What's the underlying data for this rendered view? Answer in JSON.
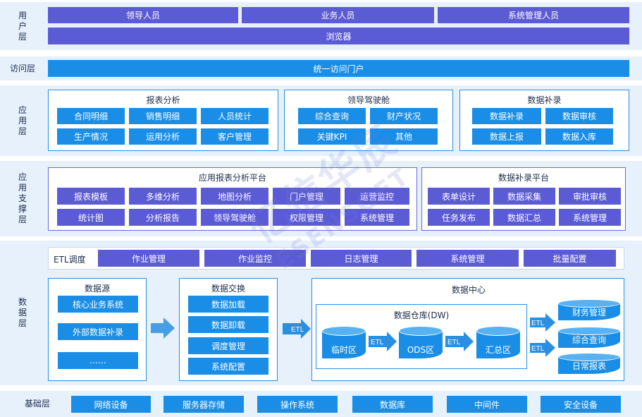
{
  "layers": {
    "user": "用户层",
    "access": "访问层",
    "app": "应用层",
    "support": "应用支撑层",
    "data": "数据层",
    "base": "基础层"
  },
  "user": {
    "roles": [
      "领导人员",
      "业务人员",
      "系统管理人员"
    ],
    "browser": "浏览器"
  },
  "access": {
    "portal": "统一访问门户"
  },
  "app": {
    "report": {
      "title": "报表分析",
      "items": [
        "合同明细",
        "销售明细",
        "人员统计",
        "生产情况",
        "运用分析",
        "客户管理"
      ]
    },
    "cockpit": {
      "title": "领导驾驶舱",
      "items": [
        "综合查询",
        "财产状况",
        "关键KPI",
        "其他"
      ]
    },
    "supplement": {
      "title": "数据补录",
      "items": [
        "数据补录",
        "数据审核",
        "数据上报",
        "数据入库"
      ]
    }
  },
  "support": {
    "platform": {
      "title": "应用报表分析平台",
      "items": [
        "报表模板",
        "多维分析",
        "地图分析",
        "门户管理",
        "运营监控",
        "统计图",
        "分析报告",
        "领导驾驶舱",
        "权限管理",
        "系统管理"
      ]
    },
    "supplement": {
      "title": "数据补录平台",
      "items": [
        "表单设计",
        "数据采集",
        "审批审核",
        "任务发布",
        "数据汇总",
        "系统管理"
      ]
    }
  },
  "data": {
    "etl": {
      "label": "ETL调度",
      "items": [
        "作业管理",
        "作业监控",
        "日志管理",
        "系统管理",
        "批量配置"
      ]
    },
    "source": {
      "title": "数据源",
      "items": [
        "核心业务系统",
        "外部数据补录",
        "……"
      ]
    },
    "exchange": {
      "title": "数据交换",
      "items": [
        "数据加载",
        "数据卸载",
        "调度管理",
        "系统配置"
      ]
    },
    "center": {
      "title": "数据中心",
      "warehouse": {
        "title": "数据仓库(DW)",
        "stages": [
          "临时区",
          "ODS区",
          "汇总区"
        ]
      },
      "marts": [
        "财务管理",
        "综合查询",
        "日常报表"
      ]
    },
    "etl_tag": "ETL"
  },
  "base": {
    "items": [
      "网络设备",
      "服务器存储",
      "操作系统",
      "数据库",
      "中间件",
      "安全设备"
    ]
  },
  "watermark": {
    "line1": "亿信华辰",
    "line2": "ESENSOFT"
  },
  "colors": {
    "purple": "#5b5bd6",
    "blue": "#1a8ee6",
    "band": "#e6f1fb"
  }
}
